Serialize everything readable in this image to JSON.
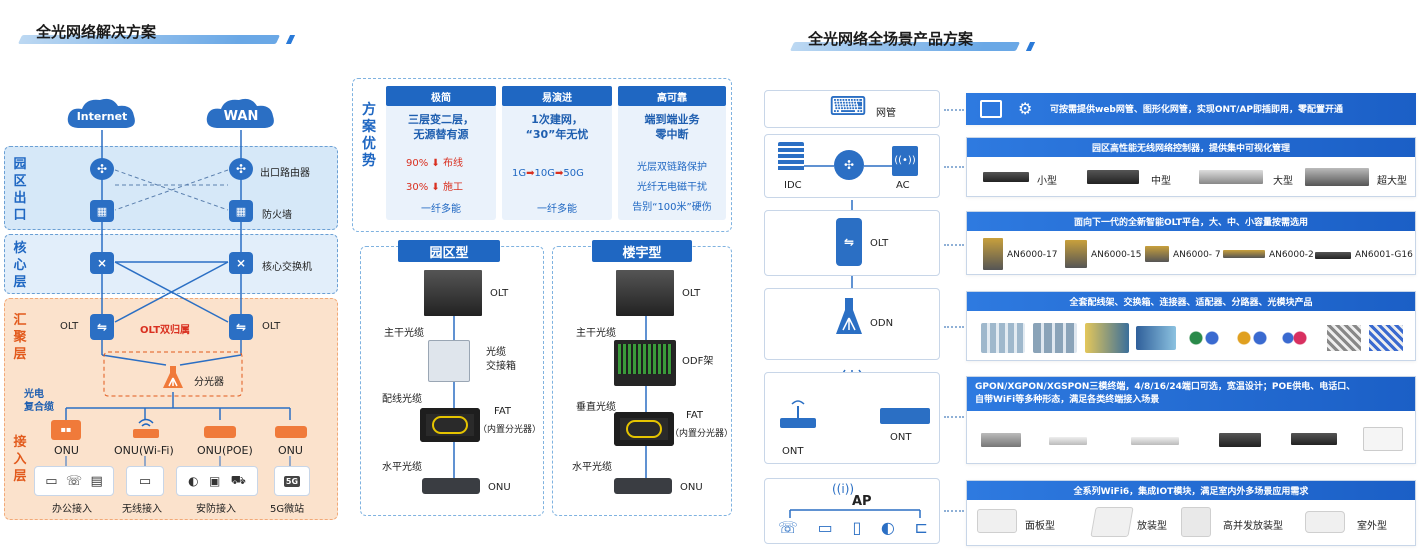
{
  "left": {
    "title": "全光网络解决方案",
    "cloud_internet": "Internet",
    "cloud_wan": "WAN",
    "zones": {
      "exit": "园区出口",
      "core": "核心层",
      "agg": "汇聚层",
      "access": "接入层"
    },
    "labels": {
      "exit_router": "出口路由器",
      "firewall": "防火墙",
      "core_switch": "核心交换机",
      "olt_left": "OLT",
      "olt_right": "OLT",
      "olt_dual": "OLT双归属",
      "splitter": "分光器",
      "composite_cable": "光电\n复合缆",
      "onu_types": [
        "ONU",
        "ONU(Wi-Fi)",
        "ONU(POE)",
        "ONU"
      ],
      "access_types": [
        "办公接入",
        "无线接入",
        "安防接入",
        "5G微站"
      ],
      "badge_5g": "5G"
    }
  },
  "middle": {
    "advantages_title": "方案优势",
    "cards": [
      {
        "header": "极简",
        "headline": "三层变二层，\n无源替有源",
        "lines": [
          "90%",
          "布线",
          "30%",
          "施工"
        ],
        "footer": "一纤多能"
      },
      {
        "header": "易演进",
        "headline": "1次建网，\n“30”年无忧",
        "evolution": [
          "1G",
          "10G",
          "50G"
        ],
        "footer": "一纤多能"
      },
      {
        "header": "高可靠",
        "headline": "端到端业务\n零中断",
        "lines2": [
          "光层双链路保护",
          "光纤无电磁干扰",
          "告别“100米”硬伤"
        ]
      }
    ],
    "campus": {
      "title": "园区型",
      "olt": "OLT",
      "trunk": "主干光缆",
      "cross_box": "光缆\n交接箱",
      "dist": "配线光缆",
      "fat": "FAT",
      "fat_note": "（内置分光器）",
      "horiz": "水平光缆",
      "onu": "ONU"
    },
    "building": {
      "title": "楼宇型",
      "olt": "OLT",
      "trunk": "主干光缆",
      "odf": "ODF架",
      "vertical": "垂直光缆",
      "fat": "FAT",
      "fat_note": "（内置分光器）",
      "horiz": "水平光缆",
      "onu": "ONU"
    }
  },
  "right": {
    "title": "全光网络全场景产品方案",
    "left_labels": {
      "mgmt": "网管",
      "idc": "IDC",
      "ac": "AC",
      "olt": "OLT",
      "odn": "ODN",
      "ont1": "ONT",
      "ont2": "ONT",
      "ap": "AP"
    },
    "bars": [
      "可按需提供web网管、图形化网管，实现ONT/AP即插即用，零配置开通",
      "园区高性能无线网络控制器，提供集中可视化管理",
      "面向下一代的全新智能OLT平台，大、中、小容量按需选用",
      "全套配线架、交换箱、连接器、适配器、分路器、光模块产品",
      "GPON/XGPON/XGSPON三模终端，4/8/16/24端口可选，宽温设计；POE供电、电话口、\n自带WiFi等多种形态，满足各类终端接入场景",
      "全系列WiFi6，集成IOT模块，满足室内外多场景应用需求"
    ],
    "ac_sizes": [
      "小型",
      "中型",
      "大型",
      "超大型"
    ],
    "olt_models": [
      "AN6000-17",
      "AN6000-15",
      "AN6000- 7",
      "AN6000-2",
      "AN6001-G16"
    ],
    "ap_types": [
      "面板型",
      "放装型",
      "高并发放装型",
      "室外型"
    ]
  },
  "colors": {
    "blue": "#1f67c2",
    "zone_blue": "#d6e8f8",
    "zone_orange": "#fbe2cc",
    "accent_orange": "#e25a1c",
    "red": "#d93020"
  }
}
